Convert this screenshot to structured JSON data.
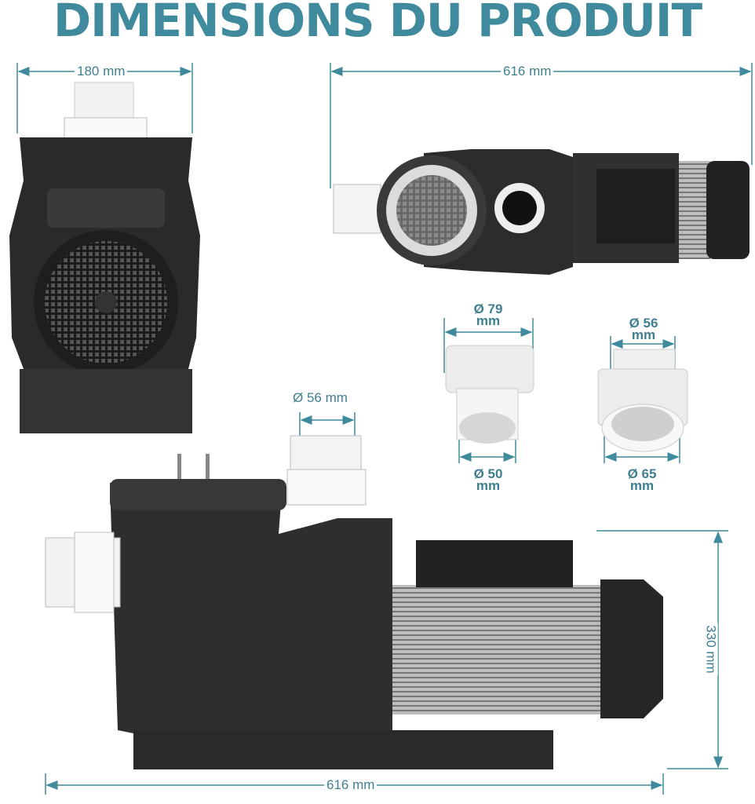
{
  "title": "DIMENSIONS DU PRODUIT",
  "accent_color": "#3f8a9c",
  "dimensions": {
    "front_width": "180 mm",
    "top_length": "616 mm",
    "fitting_large_outer": {
      "line1": "Ø 79",
      "line2": "mm"
    },
    "fitting_large_inner": {
      "line1": "Ø 50",
      "line2": "mm"
    },
    "fitting_small_outer": {
      "line1": "Ø 56",
      "line2": "mm"
    },
    "fitting_small_inner": {
      "line1": "Ø 65",
      "line2": "mm"
    },
    "outlet_diameter": "Ø 56 mm",
    "side_height": "330 mm",
    "side_length": "616 mm"
  }
}
